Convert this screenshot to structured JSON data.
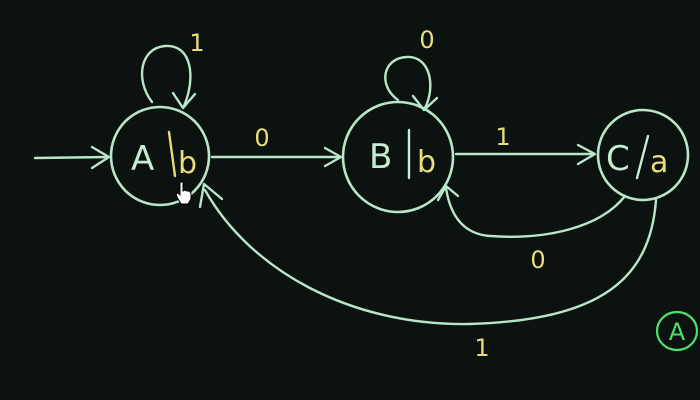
{
  "states": [
    {
      "id": "A",
      "name": "A",
      "output": "b"
    },
    {
      "id": "B",
      "name": "B",
      "output": "b"
    },
    {
      "id": "C",
      "name": "C",
      "output": "a"
    }
  ],
  "transitions": [
    {
      "from": "A",
      "to": "A",
      "label": "1"
    },
    {
      "from": "B",
      "to": "B",
      "label": "0"
    },
    {
      "from": "A",
      "to": "B",
      "label": "0"
    },
    {
      "from": "B",
      "to": "C",
      "label": "1"
    },
    {
      "from": "C",
      "to": "B",
      "label": "0"
    },
    {
      "from": "C",
      "to": "A",
      "label": "1"
    }
  ],
  "corner_mark": "A",
  "colors": {
    "chalk": "#b9e6c8",
    "output": "#e8dd7a",
    "mark": "#4ee06a",
    "board": "#0b1210"
  },
  "icons": [
    "hand-pointer-icon"
  ]
}
